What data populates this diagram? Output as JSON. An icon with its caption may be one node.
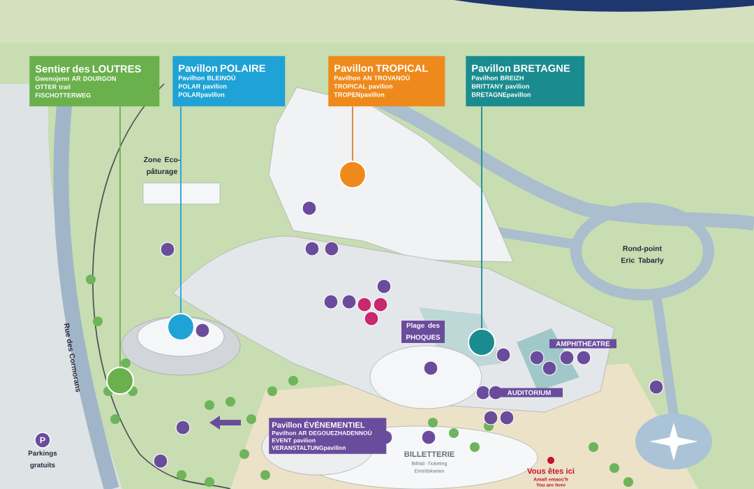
{
  "diagram": {
    "nodes": [
      {
        "text": [
          "Sentier des LOUTRES",
          "Gwenojenn AR DOURGON",
          "OTTER trail",
          "FISCHOTTERWEG"
        ]
      },
      {
        "text": [
          "Pavillon POLAIRE",
          "Pavilhon BLEINOÙ",
          "POLAR pavilion",
          "POLARpavillon"
        ]
      },
      {
        "text": [
          "Pavillon TROPICAL",
          "Pavilhon AN TROVANOÙ",
          "TROPICAL pavilion",
          "TROPENpavillon"
        ]
      },
      {
        "text": [
          "Pavillon BRETAGNE",
          "Pavilhon BREIZH",
          "BRITTANY pavilion",
          "BRETAGNEpavillon"
        ]
      },
      {
        "text": [],
        "shape": "circle"
      },
      {
        "text": [],
        "shape": "circle"
      },
      {
        "text": [],
        "shape": "circle"
      },
      {
        "text": [],
        "shape": "circle"
      },
      {
        "text": [
          "Plage des PHOQUES"
        ]
      },
      {
        "text": [
          "AMPHITHEATRE"
        ]
      },
      {
        "text": [
          "AUDITORIUM"
        ]
      },
      {
        "text": [
          "Pavillon ÉVÉNEMENTIEL",
          "Pavilhon AR DEGOUEZHADENNOÙ",
          "EVENT pavilion",
          "VERANSTALTUNGpavillon"
        ]
      }
    ],
    "edges": [
      {
        "from": 0,
        "to": 4,
        "arrow": "none",
        "color": "#6ab04c"
      },
      {
        "from": 1,
        "to": 5,
        "arrow": "none",
        "color": "#1fa3d6"
      },
      {
        "from": 2,
        "to": 6,
        "arrow": "none",
        "color": "#d9822b"
      },
      {
        "from": 3,
        "to": 7,
        "arrow": "none",
        "color": "#1a8c8f"
      }
    ],
    "labels": [
      "Zone Eco-pâturage",
      "Rond-point Eric Tabarly",
      "Rue des Cormorans",
      "BILLETTERIE",
      "Bilhidi -Ticketing",
      "Eintrittskarten",
      "Vous êtes ici",
      "Amañ emaoc'h",
      "You are here",
      "P",
      "Parkings gratuits"
    ]
  }
}
